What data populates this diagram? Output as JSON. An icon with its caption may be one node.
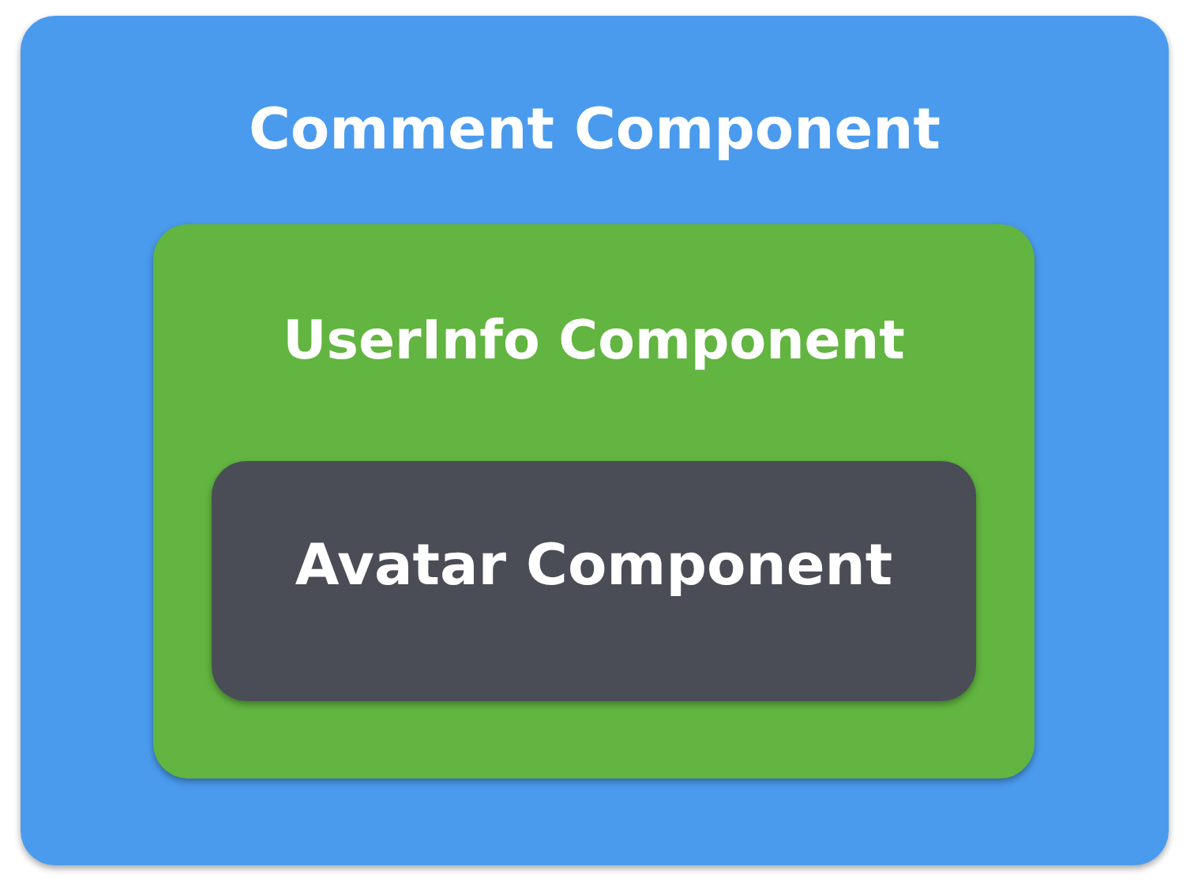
{
  "diagram": {
    "nodes": [
      {
        "text": [
          "Comment Component"
        ]
      },
      {
        "text": [
          "UserInfo Component"
        ],
        "in": 0
      },
      {
        "text": [
          "Avatar Component"
        ],
        "in": 1
      }
    ]
  }
}
